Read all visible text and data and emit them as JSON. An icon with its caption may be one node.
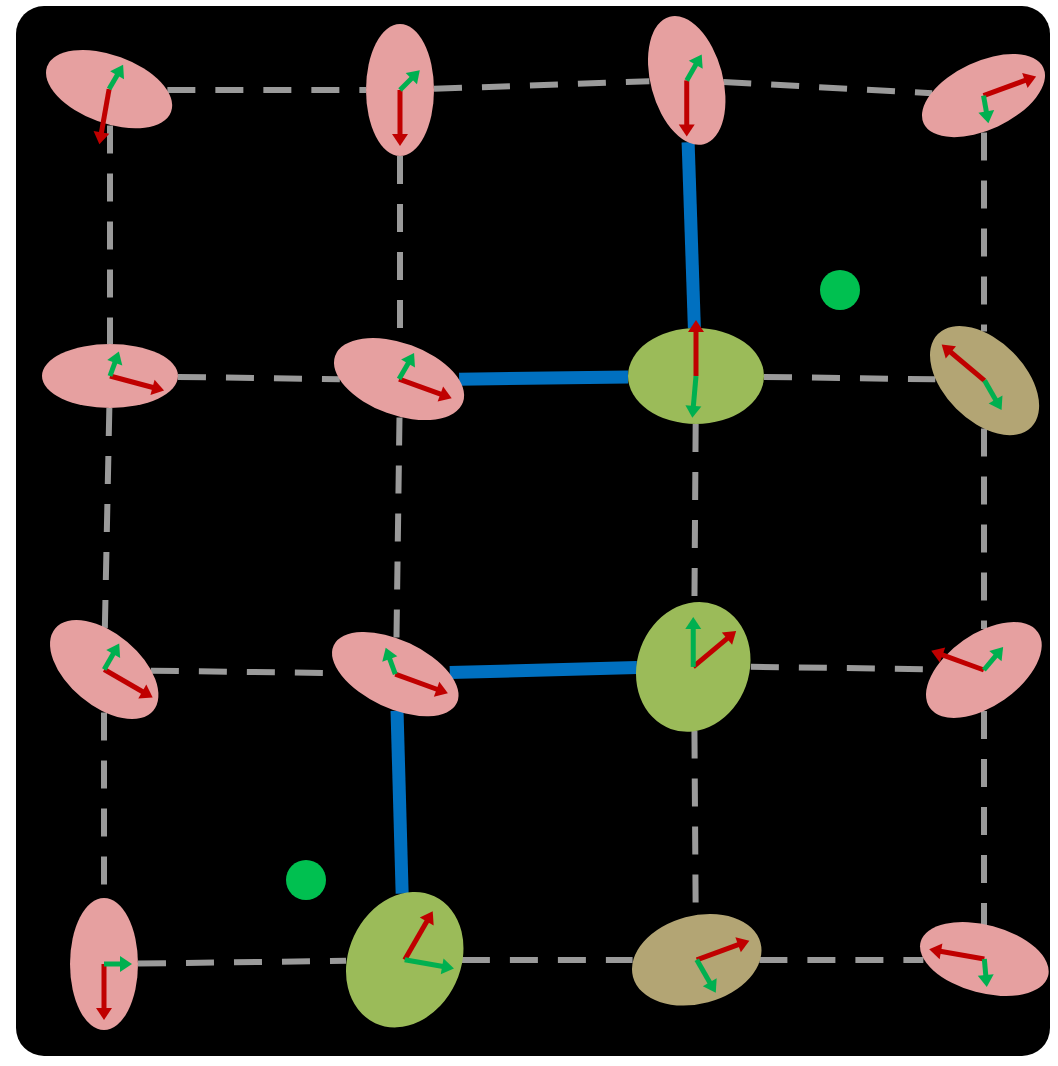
{
  "diagram": {
    "nodes": [
      {
        "text": [],
        "shape": "ellipse"
      },
      {
        "text": [],
        "shape": "ellipse"
      },
      {
        "text": [],
        "shape": "ellipse"
      },
      {
        "text": [],
        "shape": "ellipse"
      },
      {
        "text": [],
        "shape": "ellipse"
      },
      {
        "text": [],
        "shape": "ellipse"
      },
      {
        "text": [],
        "shape": "ellipse"
      },
      {
        "text": [],
        "shape": "ellipse"
      },
      {
        "text": [],
        "shape": "ellipse"
      },
      {
        "text": [],
        "shape": "ellipse"
      },
      {
        "text": [],
        "shape": "ellipse"
      },
      {
        "text": [],
        "shape": "ellipse"
      },
      {
        "text": [],
        "shape": "ellipse"
      },
      {
        "text": [],
        "shape": "ellipse"
      },
      {
        "text": [],
        "shape": "ellipse"
      },
      {
        "text": [],
        "shape": "ellipse"
      },
      {
        "text": [],
        "shape": "circle"
      },
      {
        "text": [],
        "shape": "circle"
      }
    ],
    "edges": [
      {
        "from": 0,
        "to": 1,
        "arrow": "none",
        "style": "dashed"
      },
      {
        "from": 1,
        "to": 2,
        "arrow": "none",
        "style": "dashed"
      },
      {
        "from": 2,
        "to": 3,
        "arrow": "none",
        "style": "dashed"
      },
      {
        "from": 4,
        "to": 5,
        "arrow": "none",
        "style": "dashed"
      },
      {
        "from": 5,
        "to": 6,
        "arrow": "none",
        "style": "thick",
        "color": "#0070c0"
      },
      {
        "from": 6,
        "to": 7,
        "arrow": "none",
        "style": "dashed"
      },
      {
        "from": 8,
        "to": 9,
        "arrow": "none",
        "style": "dashed"
      },
      {
        "from": 9,
        "to": 10,
        "arrow": "none",
        "style": "thick",
        "color": "#0070c0"
      },
      {
        "from": 10,
        "to": 11,
        "arrow": "none",
        "style": "dashed"
      },
      {
        "from": 12,
        "to": 13,
        "arrow": "none",
        "style": "dashed"
      },
      {
        "from": 13,
        "to": 14,
        "arrow": "none",
        "style": "dashed"
      },
      {
        "from": 14,
        "to": 15,
        "arrow": "none",
        "style": "dashed"
      },
      {
        "from": 0,
        "to": 4,
        "arrow": "none",
        "style": "dashed"
      },
      {
        "from": 4,
        "to": 8,
        "arrow": "none",
        "style": "dashed"
      },
      {
        "from": 8,
        "to": 12,
        "arrow": "none",
        "style": "dashed"
      },
      {
        "from": 1,
        "to": 5,
        "arrow": "none",
        "style": "dashed"
      },
      {
        "from": 5,
        "to": 9,
        "arrow": "none",
        "style": "dashed"
      },
      {
        "from": 9,
        "to": 13,
        "arrow": "none",
        "style": "thick",
        "color": "#0070c0"
      },
      {
        "from": 2,
        "to": 6,
        "arrow": "none",
        "style": "thick",
        "color": "#0070c0"
      },
      {
        "from": 6,
        "to": 10,
        "arrow": "none",
        "style": "dashed"
      },
      {
        "from": 10,
        "to": 14,
        "arrow": "none",
        "style": "dashed"
      },
      {
        "from": 3,
        "to": 7,
        "arrow": "none",
        "style": "dashed"
      },
      {
        "from": 7,
        "to": 11,
        "arrow": "none",
        "style": "dashed"
      },
      {
        "from": 11,
        "to": 15,
        "arrow": "none",
        "style": "dashed"
      }
    ]
  }
}
